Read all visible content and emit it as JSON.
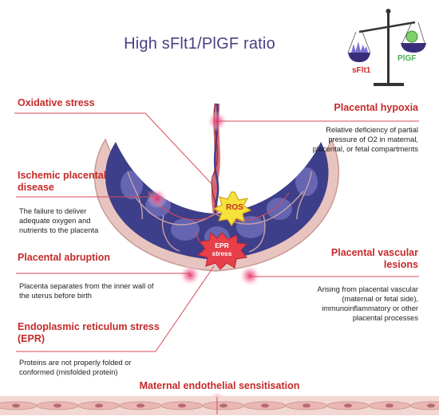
{
  "title": "High sFlt1/PlGF ratio",
  "scale": {
    "left_label": "sFlt1",
    "right_label": "PlGF",
    "left_color": "#c62a2a",
    "right_color": "#4caf50"
  },
  "center_labels": {
    "ros": "ROS",
    "epr": "EPR stress"
  },
  "items": {
    "oxidative": {
      "label": "Oxidative stress"
    },
    "hypoxia": {
      "label": "Placental hypoxia",
      "desc": "Relative deficiency of partial pressure of O2 in maternal, placental, or fetal compartments"
    },
    "ischemic": {
      "label": "Ischemic placental disease",
      "desc": "The failure to deliver adequate oxygen and nutrients to the placenta"
    },
    "abruption": {
      "label": "Placental abruption",
      "desc": "Placenta separates from the inner wall of the uterus before birth"
    },
    "vascular": {
      "label": "Placental vascular lesions",
      "desc": "Arising from placental vascular (maternal or fetal side), immunoinflammatory or other placental processes"
    },
    "epr": {
      "label": "Endoplasmic reticulum stress (EPR)",
      "desc": "Proteins are not properly folded or conformed (misfolded protein)"
    },
    "endothelial": {
      "label": "Maternal endothelial sensitisation"
    }
  },
  "colors": {
    "accent": "#c62a2a",
    "title": "#4a3f82",
    "placenta": "#e8c4c0",
    "vessel": "#3b3f8f"
  }
}
